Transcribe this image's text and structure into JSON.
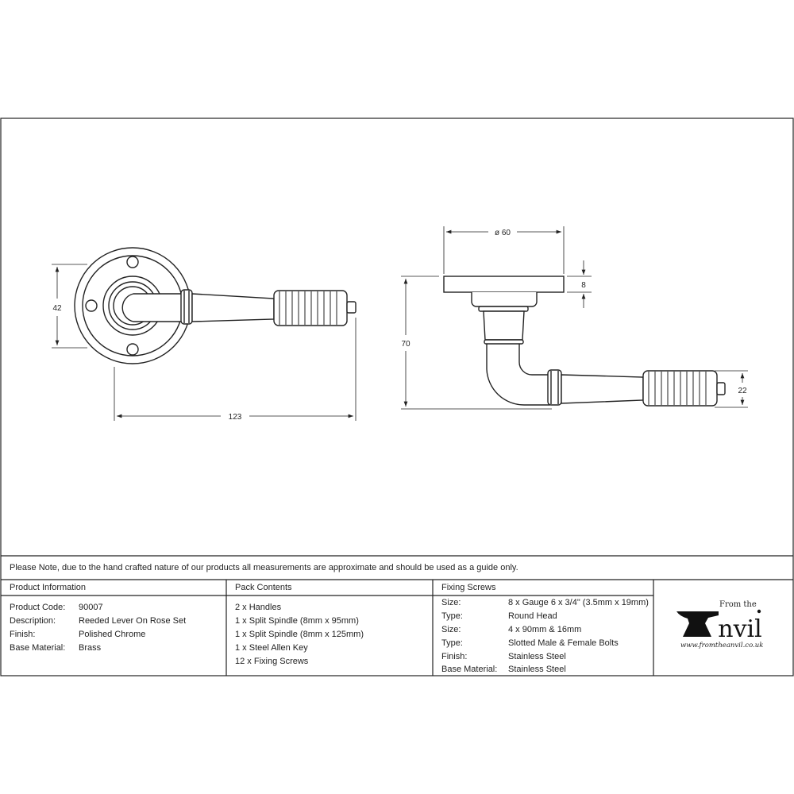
{
  "drawing": {
    "front_view": {
      "height_label": "42",
      "length_label": "123"
    },
    "side_view": {
      "diameter_label": "ø 60",
      "rose_thickness_label": "8",
      "projection_label": "70",
      "grip_height_label": "22"
    }
  },
  "note": "Please Note, due to the hand crafted nature of our products all measurements are approximate and should be used as a guide only.",
  "product_information": {
    "heading": "Product Information",
    "rows": [
      {
        "label": "Product Code:",
        "value": "90007"
      },
      {
        "label": "Description:",
        "value": "Reeded Lever On Rose Set"
      },
      {
        "label": "Finish:",
        "value": "Polished Chrome"
      },
      {
        "label": "Base Material:",
        "value": "Brass"
      }
    ]
  },
  "pack_contents": {
    "heading": "Pack Contents",
    "items": [
      "2 x Handles",
      "1 x Split Spindle (8mm x 95mm)",
      "1 x Split Spindle (8mm x 125mm)",
      "1 x Steel Allen Key",
      "12 x Fixing Screws"
    ]
  },
  "fixing_screws": {
    "heading": "Fixing Screws",
    "rows": [
      {
        "label": "Size:",
        "value": "8 x Gauge 6 x 3/4\" (3.5mm x 19mm)"
      },
      {
        "label": "Type:",
        "value": "Round Head"
      },
      {
        "label": "Size:",
        "value": "4 x 90mm & 16mm"
      },
      {
        "label": "Type:",
        "value": "Slotted Male & Female Bolts"
      },
      {
        "label": "Finish:",
        "value": "Stainless Steel"
      },
      {
        "label": "Base Material:",
        "value": "Stainless Steel"
      }
    ]
  },
  "logo": {
    "top": "From the",
    "main": "Anvil",
    "url": "www.fromtheanvil.co.uk"
  }
}
